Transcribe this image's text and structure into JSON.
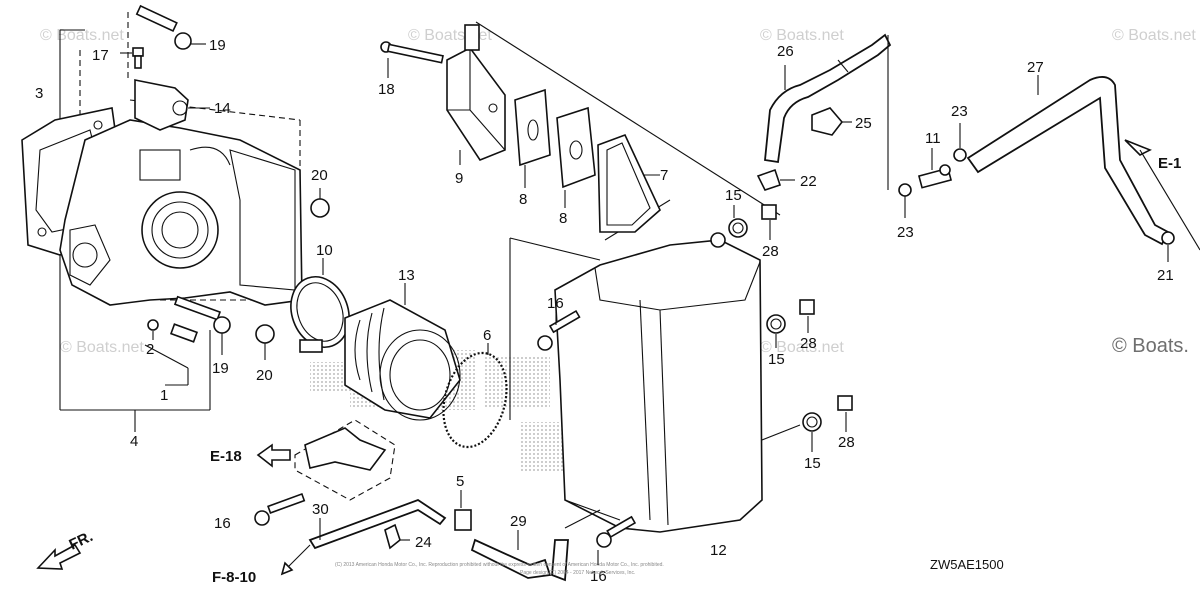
{
  "watermarks": [
    "© Boats.net",
    "© Boats.net",
    "© Boats.net",
    "© Boats.net",
    "© Boats.net",
    "© Boats.net"
  ],
  "watermark_large": "© Boats.",
  "part_numbers": [
    "1",
    "2",
    "3",
    "4",
    "5",
    "6",
    "7",
    "8",
    "8",
    "9",
    "10",
    "11",
    "12",
    "13",
    "14",
    "15",
    "15",
    "15",
    "16",
    "16",
    "16",
    "17",
    "18",
    "19",
    "19",
    "20",
    "20",
    "21",
    "22",
    "23",
    "23",
    "24",
    "25",
    "26",
    "27",
    "28",
    "28",
    "28",
    "29",
    "30"
  ],
  "refs": {
    "e1": "E-1",
    "e18": "E-18",
    "f810": "F-8-10",
    "fr": "FR."
  },
  "diagram_code": "ZW5AE1500",
  "copyright_line1": "(C) 2013 American Honda Motor Co., Inc. Reproduction prohibited without the express written consent of American Honda Motor Co., Inc. prohibited.",
  "copyright_line2": "Page design (C) 2004 - 2017 Network Services, Inc."
}
